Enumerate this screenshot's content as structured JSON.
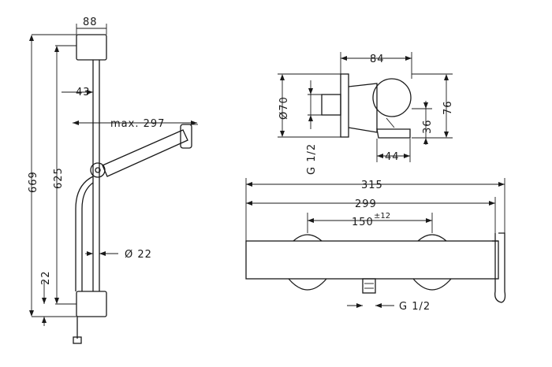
{
  "left_view": {
    "width_top": "88",
    "height_total": "669",
    "height_inner": "625",
    "offset_43": "43",
    "reach": "max. 297",
    "bottom_offset": "22",
    "rail_diameter": "Ø 22"
  },
  "top_right_view": {
    "width": "84",
    "diameter": "Ø70",
    "height": "76",
    "height_36": "36",
    "depth": "44",
    "thread": "G 1/2"
  },
  "bottom_right_view": {
    "overall": "315",
    "inner": "299",
    "centers_base": "150",
    "centers_tol": "±12",
    "outlet_thread": "G 1/2"
  }
}
